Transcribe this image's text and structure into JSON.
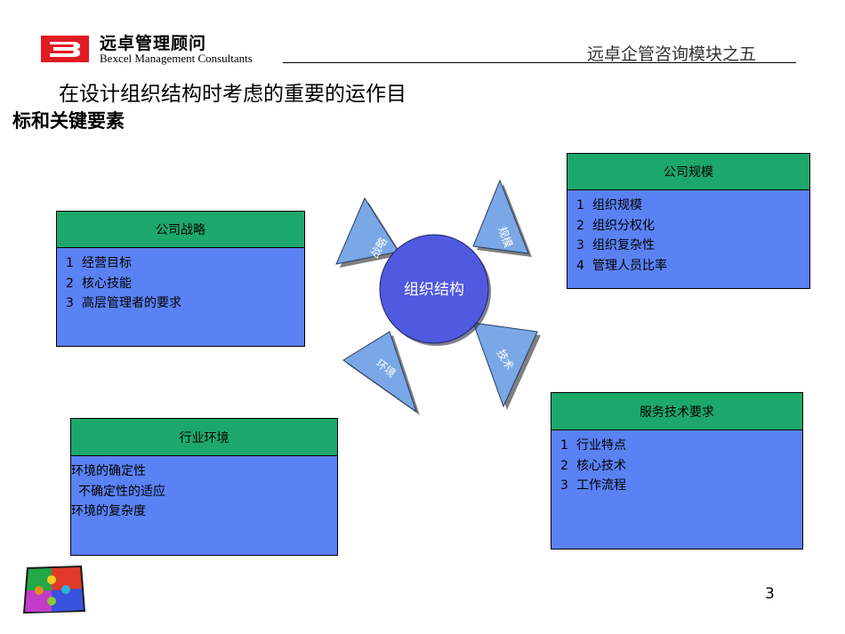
{
  "header": {
    "logo_cn": "远卓管理顾问",
    "logo_en": "Bexcel Management Consultants",
    "module_title": "远卓企管咨询模块之五"
  },
  "title": {
    "line1": "在设计组织结构时考虑的重要的运作目",
    "line2": "标和关键要素"
  },
  "center": {
    "label": "组织结构",
    "petals": [
      "战略",
      "规模",
      "技术",
      "环境"
    ]
  },
  "boxes": {
    "strategy": {
      "header": "公司战略",
      "items": [
        {
          "num": "1",
          "text": "经营目标"
        },
        {
          "num": "2",
          "text": "核心技能"
        },
        {
          "num": "3",
          "text": "高层管理者的要求"
        }
      ]
    },
    "scale": {
      "header": "公司规模",
      "items": [
        {
          "num": "1",
          "text": "组织规模"
        },
        {
          "num": "2",
          "text": "组织分权化"
        },
        {
          "num": "3",
          "text": "组织复杂性"
        },
        {
          "num": "4",
          "text": "管理人员比率"
        }
      ]
    },
    "environment": {
      "header": "行业环境",
      "items": [
        {
          "text": "环境的确定性"
        },
        {
          "text": "不确定性的适应"
        },
        {
          "text": "环境的复杂度"
        }
      ]
    },
    "technology": {
      "header": "服务技术要求",
      "items": [
        {
          "num": "1",
          "text": "行业特点"
        },
        {
          "num": "2",
          "text": "核心技术"
        },
        {
          "num": "3",
          "text": "工作流程"
        }
      ]
    }
  },
  "page_number": "3",
  "colors": {
    "box_header": "#1ca86b",
    "box_body": "#5b82f4",
    "petal": "#7aa8e6",
    "circle": "#4f5ae0"
  }
}
